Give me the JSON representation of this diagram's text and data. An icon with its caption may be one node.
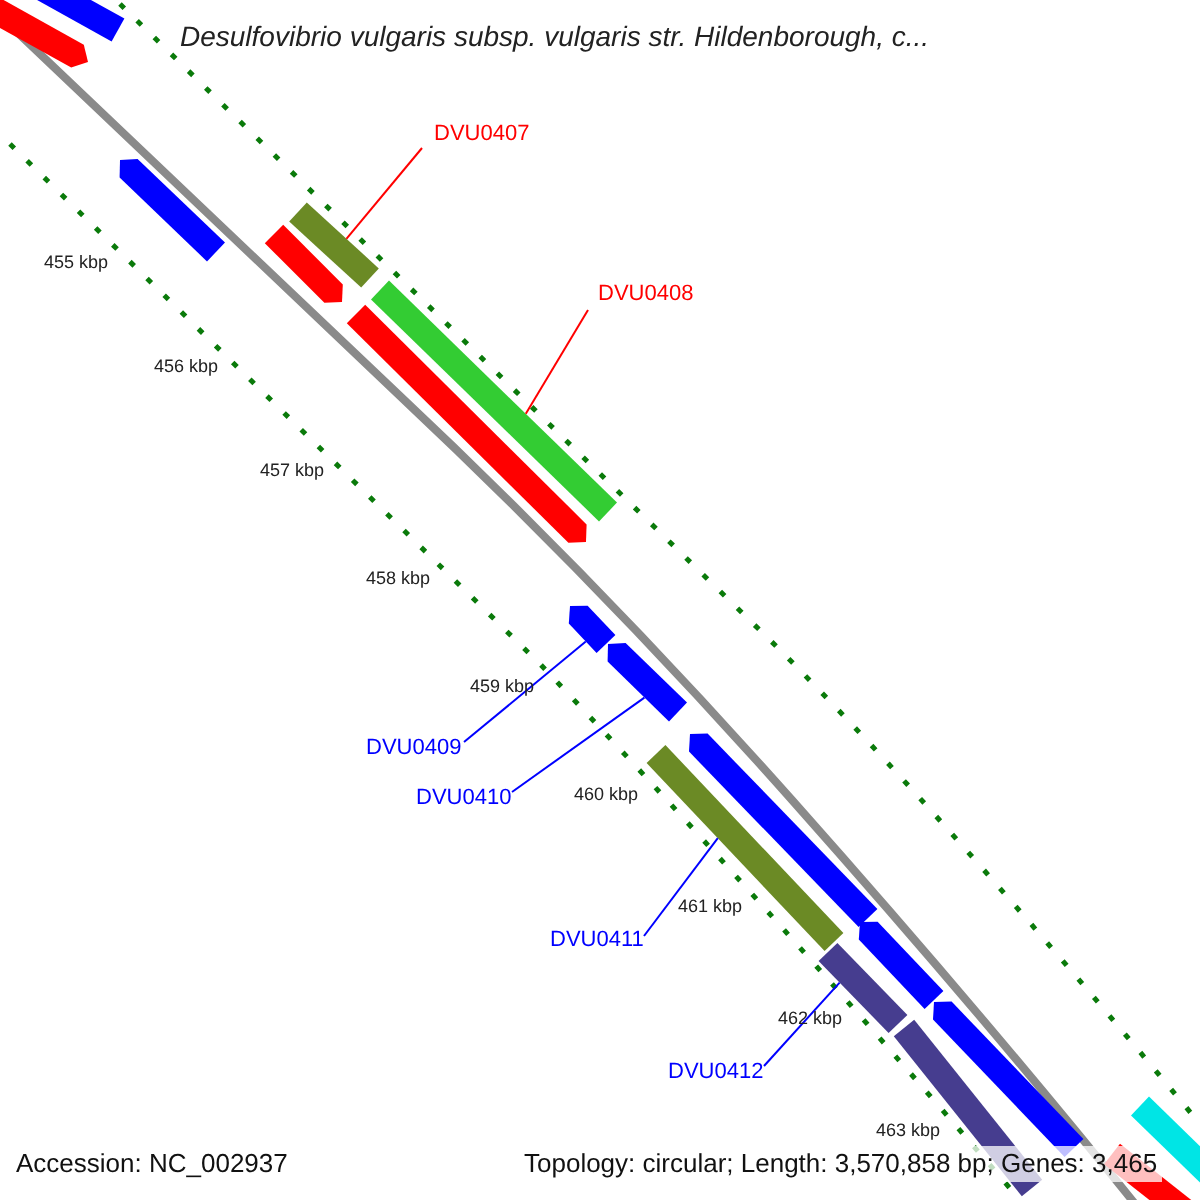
{
  "diagram": {
    "title": "Desulfovibrio vulgaris subsp. vulgaris str. Hildenborough, c...",
    "nodes": [
      {
        "text": [],
        "shape": "pentagon"
      },
      {
        "text": [],
        "shape": "bar"
      },
      {
        "text": [
          "DVU0407"
        ]
      },
      {
        "text": [],
        "shape": "pentagon"
      },
      {
        "text": [],
        "shape": "bar"
      },
      {
        "text": [],
        "shape": "pentagon"
      },
      {
        "text": [
          "DVU0408"
        ]
      },
      {
        "text": [],
        "shape": "bar"
      },
      {
        "text": [],
        "shape": "pentagon"
      },
      {
        "text": [],
        "shape": "pentagon"
      },
      {
        "text": [
          "DVU0409"
        ]
      },
      {
        "text": [],
        "shape": "pentagon"
      },
      {
        "text": [
          "DVU0410"
        ]
      },
      {
        "text": [],
        "shape": "pentagon"
      },
      {
        "text": [],
        "shape": "bar"
      },
      {
        "text": [
          "DVU0411"
        ]
      },
      {
        "text": [],
        "shape": "pentagon"
      },
      {
        "text": [],
        "shape": "bar"
      },
      {
        "text": [
          "DVU0412"
        ]
      },
      {
        "text": [],
        "shape": "bar"
      },
      {
        "text": [],
        "shape": "pentagon"
      },
      {
        "text": [],
        "shape": "pentagon"
      },
      {
        "text": [],
        "shape": "bar"
      }
    ],
    "edges": [
      {
        "from": 2,
        "to": 4,
        "arrow": "none",
        "color": "#ff0000"
      },
      {
        "from": 6,
        "to": 7,
        "arrow": "none",
        "color": "#ff0000"
      },
      {
        "from": 10,
        "to": 9,
        "arrow": "none"
      },
      {
        "from": 12,
        "to": 11,
        "arrow": "none"
      },
      {
        "from": 15,
        "to": 14,
        "arrow": "none"
      },
      {
        "from": 18,
        "to": 17,
        "arrow": "none"
      }
    ],
    "labels": [
      "455 kbp",
      "456 kbp",
      "457 kbp",
      "458 kbp",
      "459 kbp",
      "460 kbp",
      "461 kbp",
      "462 kbp",
      "463 kbp",
      "Accession: NC_002937",
      "Topology: circular; Length: 3,570,858 bp; Genes: 3,465"
    ]
  }
}
